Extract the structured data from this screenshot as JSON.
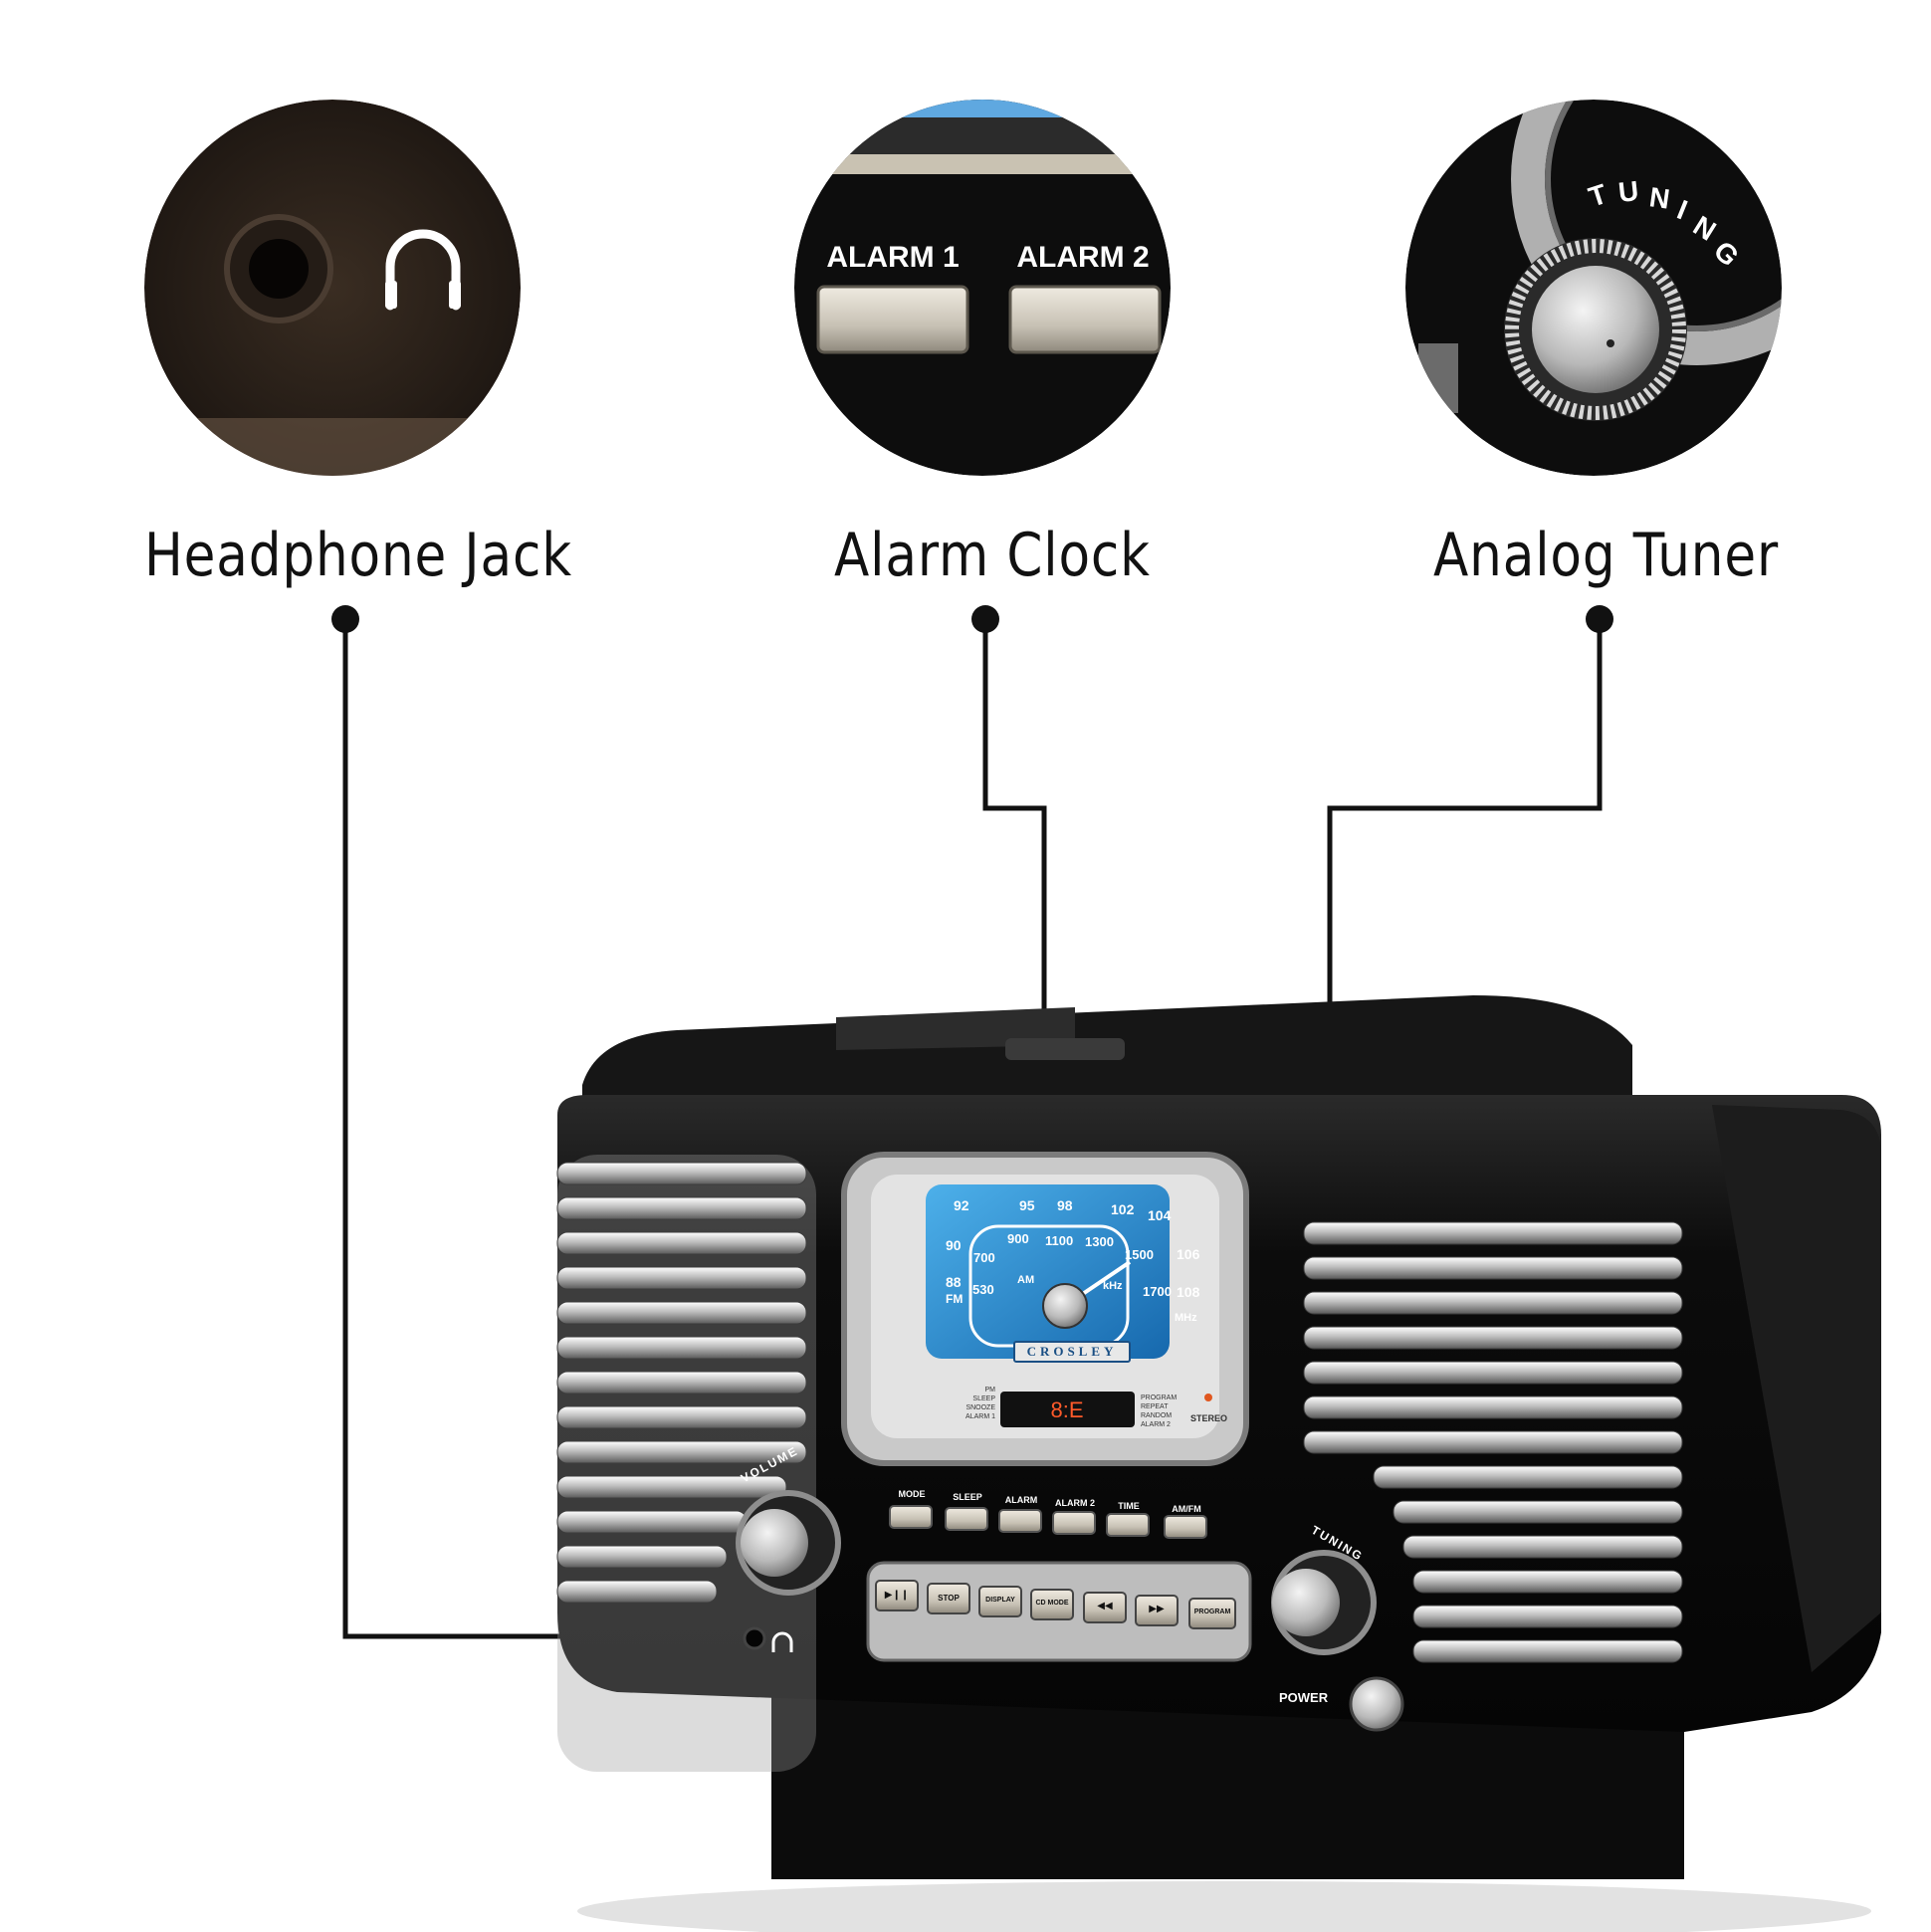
{
  "callouts": [
    {
      "label": "Headphone Jack"
    },
    {
      "label": "Alarm Clock"
    },
    {
      "label": "Analog Tuner"
    }
  ],
  "zoom_alarm": {
    "button1": "ALARM 1",
    "button2": "ALARM 2"
  },
  "zoom_tuner": {
    "label": "TUNING"
  },
  "radio": {
    "brand": "CROSLEY",
    "dial": {
      "fm_label": "FM",
      "am_label": "AM",
      "khz_label": "kHz",
      "mhz_label": "MHz",
      "fm_marks": [
        "88",
        "90",
        "92",
        "95",
        "98",
        "102",
        "104",
        "106",
        "108"
      ],
      "am_marks": [
        "530",
        "700",
        "900",
        "1100",
        "1300",
        "1500",
        "1700"
      ]
    },
    "display_left": [
      "PM",
      "SLEEP",
      "SNOOZE",
      "ALARM 1"
    ],
    "display_right": [
      "PROGRAM",
      "REPEAT",
      "RANDOM",
      "ALARM 2"
    ],
    "stereo_label": "STEREO",
    "top_buttons": [
      "MODE",
      "SLEEP",
      "ALARM",
      "ALARM 2",
      "TIME",
      "AM/FM"
    ],
    "cd_buttons": [
      "▶❙❙",
      "STOP",
      "DISPLAY",
      "CD MODE",
      "◀◀",
      "▶▶",
      "PROGRAM"
    ],
    "volume_label": "VOLUME",
    "tuning_label": "TUNING",
    "power_label": "POWER"
  },
  "colors": {
    "radio_body": "#0b0b0b",
    "chrome": "#d9d9d9",
    "dial_blue": "#1f86c9",
    "leader_line": "#111111"
  }
}
